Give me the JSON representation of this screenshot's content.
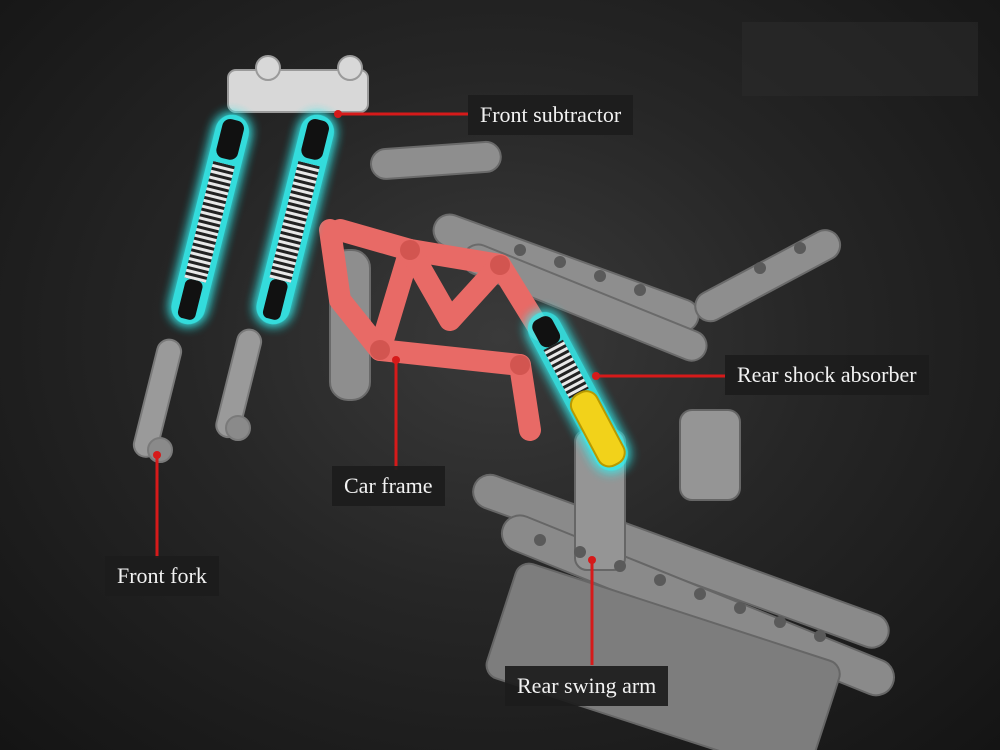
{
  "labels": {
    "front_subtractor": "Front subtractor",
    "rear_shock_absorber": "Rear shock absorber",
    "car_frame": "Car frame",
    "front_fork": "Front fork",
    "rear_swing_arm": "Rear swing arm"
  },
  "colors": {
    "leader_line": "#d61a1a",
    "shock_glow": "#36f0f0",
    "frame": "#e86a66",
    "beams": "#8e8e8e",
    "rear_shock_body": "#f2d21a"
  }
}
